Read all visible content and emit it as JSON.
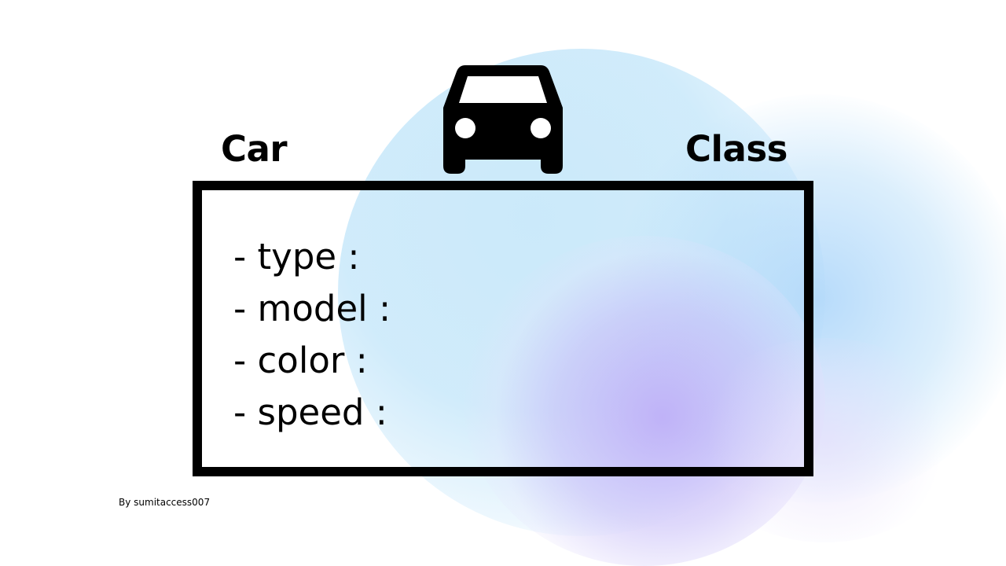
{
  "diagram": {
    "title_left": "Car",
    "title_right": "Class",
    "icon": "car-icon",
    "attributes": [
      {
        "label": "- type :"
      },
      {
        "label": "- model :"
      },
      {
        "label": "- color :"
      },
      {
        "label": "- speed :"
      }
    ],
    "credit": "By sumitaccess007"
  },
  "colors": {
    "text": "#000000",
    "border": "#000000",
    "background": "#ffffff",
    "blob_cyan": "#c8e8fa",
    "blob_blue": "#afd7fa",
    "blob_violet": "#beaff8"
  }
}
